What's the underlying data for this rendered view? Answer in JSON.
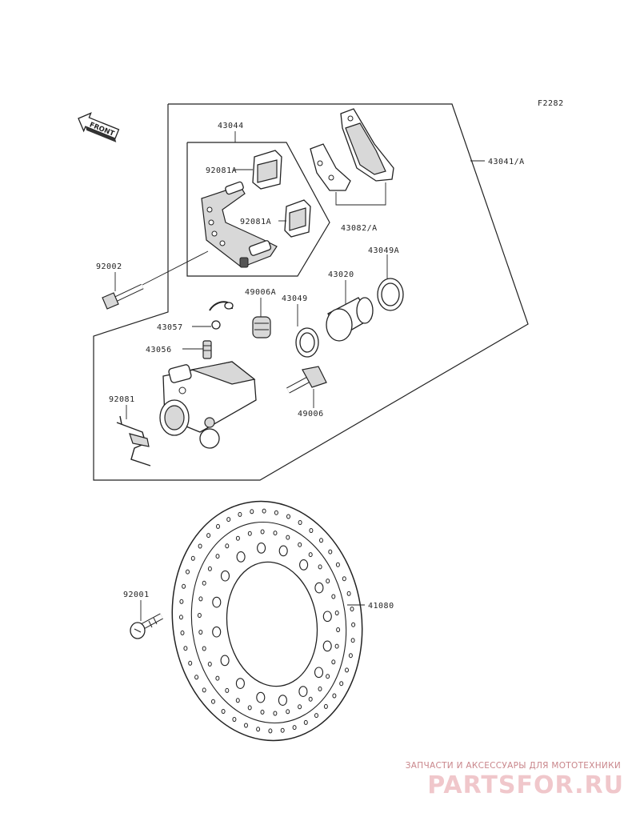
{
  "diagram_code": "F2282",
  "front_label": "FRONT",
  "labels": {
    "p43044": "43044",
    "p92081A_1": "92081A",
    "p92081A_2": "92081A",
    "p43082A": "43082/A",
    "p43041A": "43041/A",
    "p92002": "92002",
    "p43049A": "43049A",
    "p43020": "43020",
    "p49006A": "49006A",
    "p43049": "43049",
    "p43057": "43057",
    "p43056": "43056",
    "p92081": "92081",
    "p49006": "49006",
    "p92001": "92001",
    "p41080": "41080"
  },
  "watermark": {
    "tagline": "ЗАПЧАСТИ И АКСЕССУАРЫ ДЛЯ МОТОТЕХНИКИ",
    "logo": "PARTSFOR.RU"
  }
}
